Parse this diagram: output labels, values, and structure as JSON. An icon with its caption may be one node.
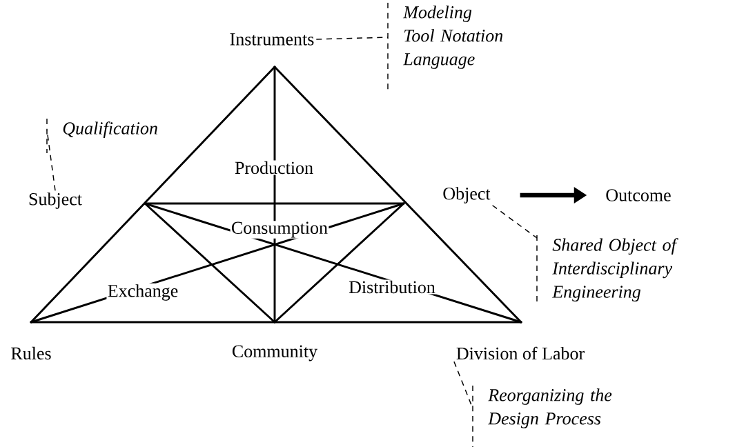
{
  "diagram": {
    "nodes": [
      {
        "text": [
          "Instruments"
        ]
      },
      {
        "text": [
          "Modeling Tool Notation Language"
        ]
      },
      {
        "text": [
          "Qualification"
        ]
      },
      {
        "text": [
          "Subject"
        ]
      },
      {
        "text": [
          "Object"
        ]
      },
      {
        "text": [
          "Outcome"
        ]
      },
      {
        "text": [
          "Shared Object of Interdisciplinary Engineering"
        ]
      },
      {
        "text": [
          "Division of Labor"
        ]
      },
      {
        "text": [
          "Reorganizing the Design Process"
        ]
      }
    ],
    "edges": [
      {
        "from": 0,
        "to": 1,
        "arrow": "none",
        "style": "dashed"
      },
      {
        "from": 3,
        "to": 2,
        "arrow": "none",
        "style": "dashed"
      },
      {
        "from": 4,
        "to": 5,
        "arrow": "to",
        "style": "thick"
      },
      {
        "from": 4,
        "to": 6,
        "arrow": "none",
        "style": "dashed"
      },
      {
        "from": 7,
        "to": 8,
        "arrow": "none",
        "style": "dashed"
      }
    ],
    "labels": [
      "Production",
      "Consumption",
      "Exchange",
      "Distribution",
      "Rules",
      "Community"
    ]
  }
}
